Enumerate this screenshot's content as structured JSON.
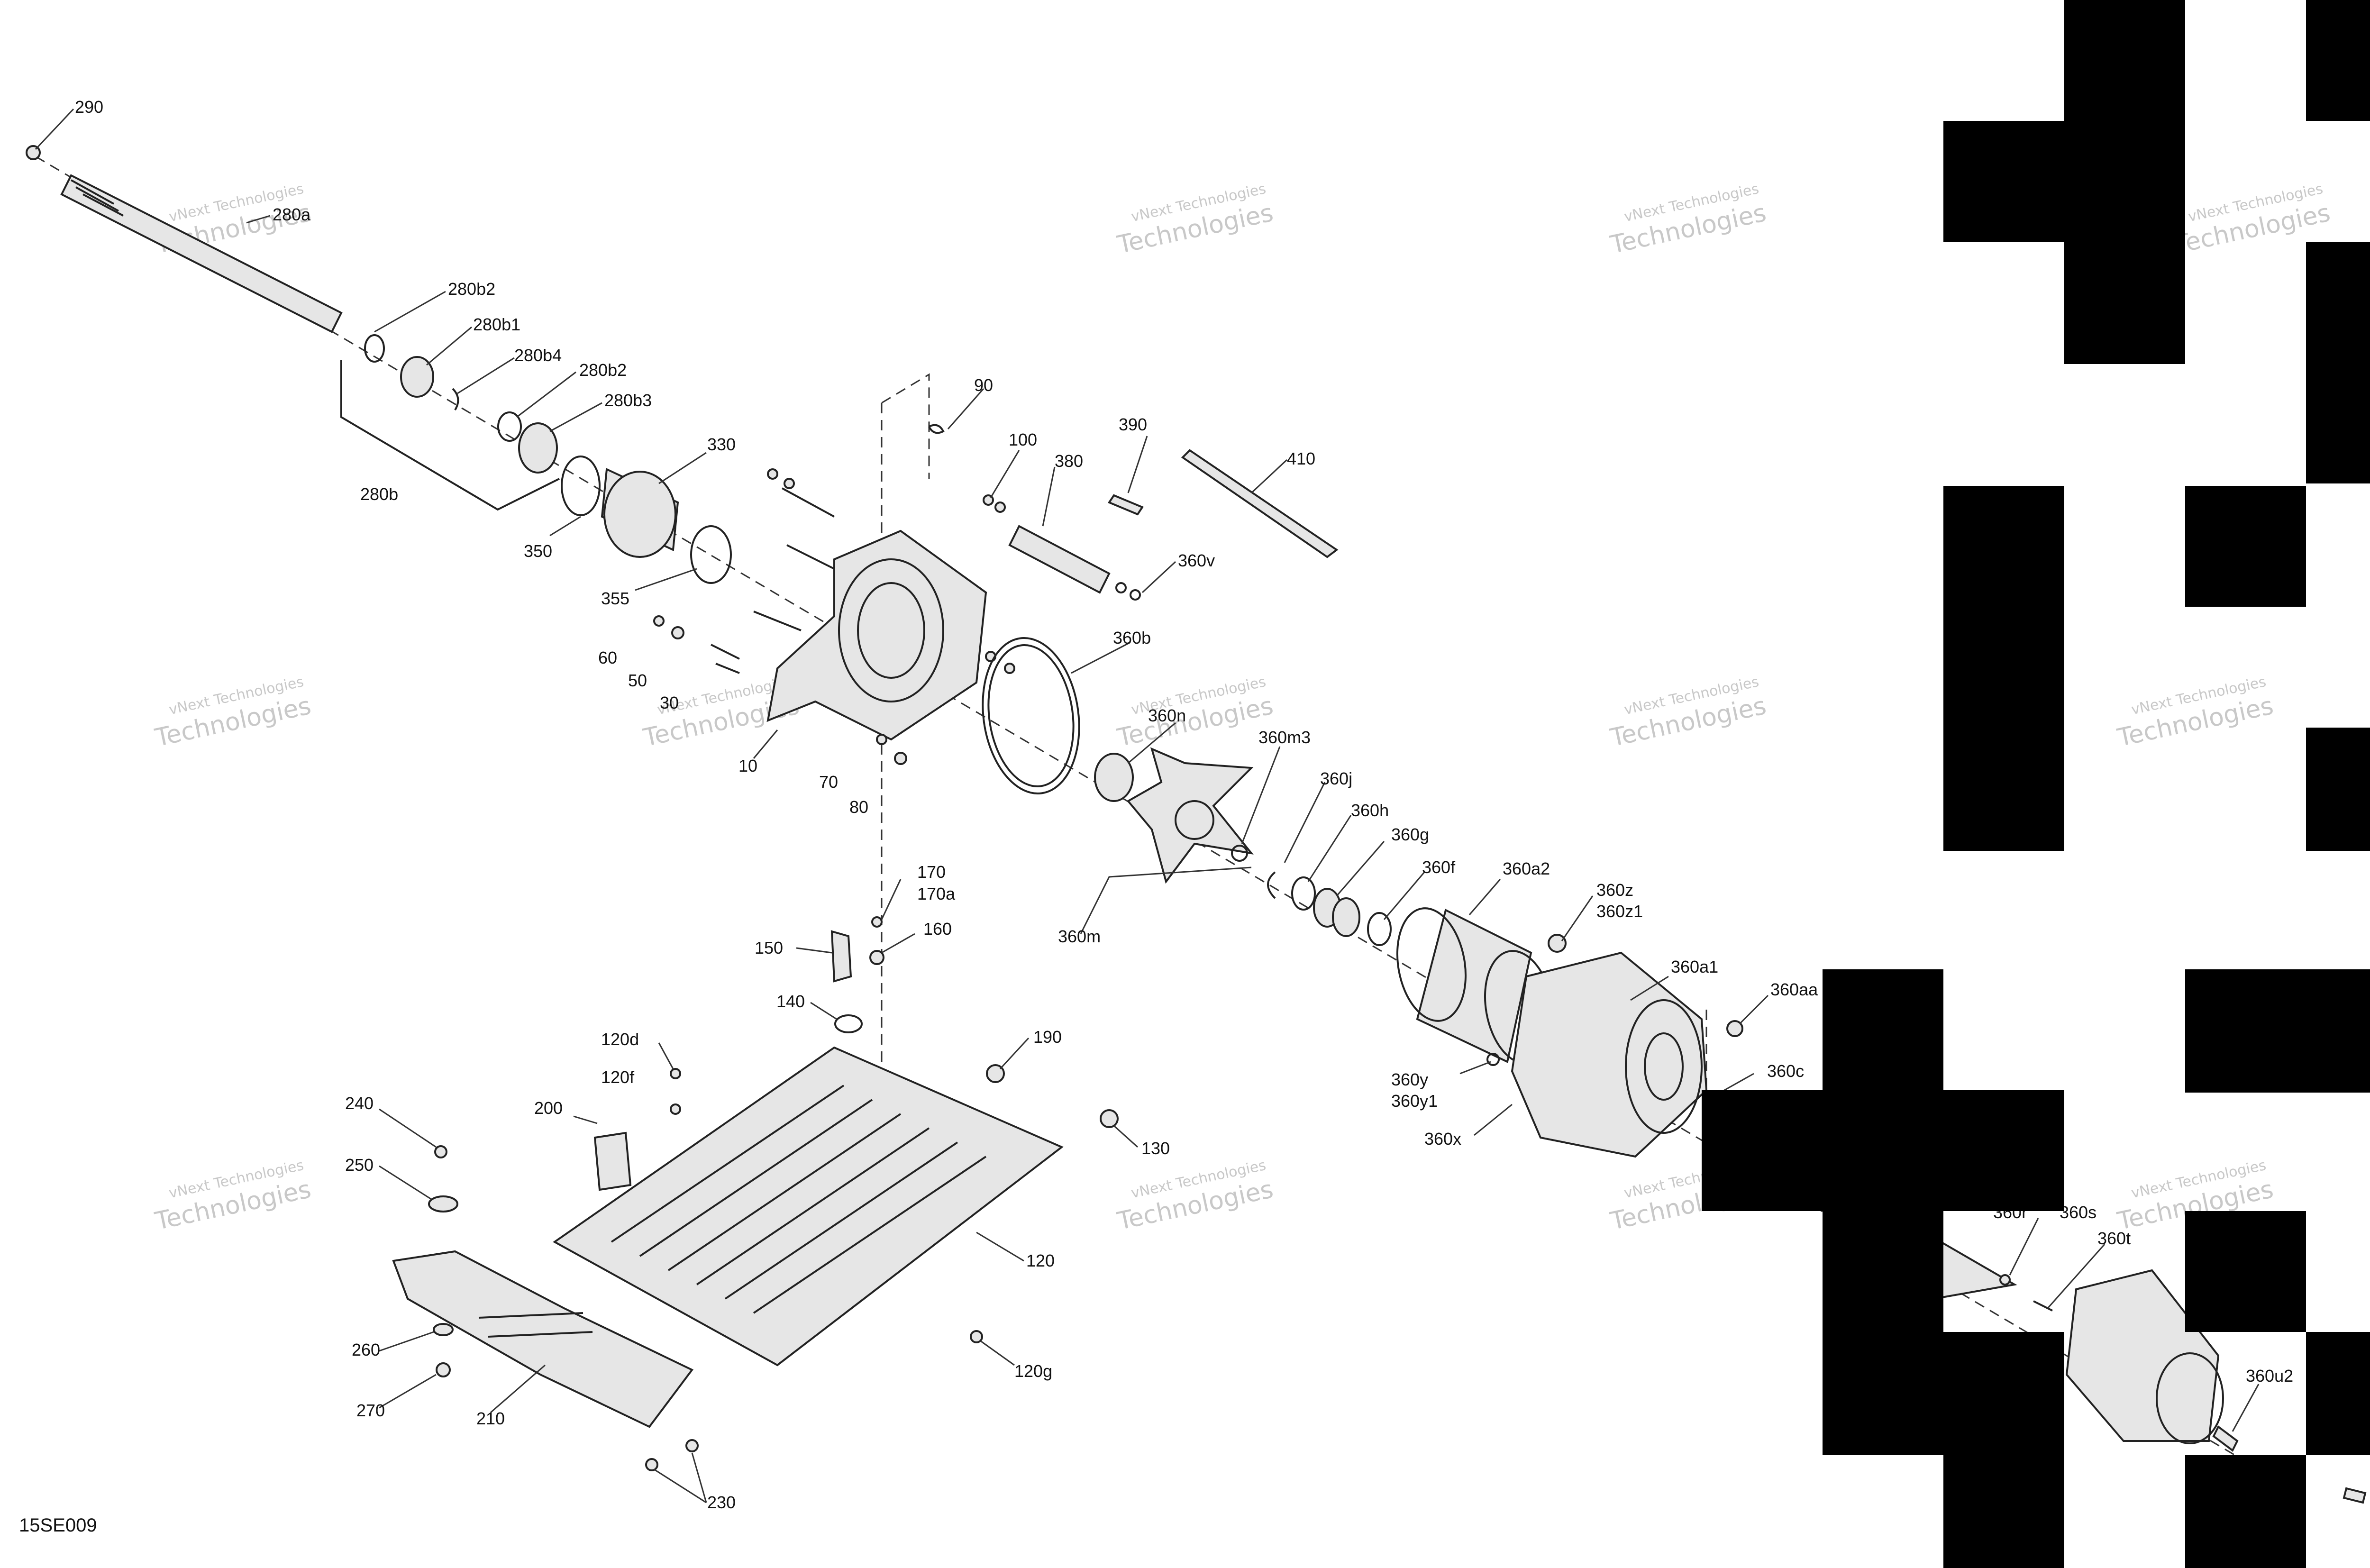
{
  "reference_code": "15SE009",
  "watermark": {
    "line1": "vNext Technologies",
    "line2": "Technologies"
  },
  "labels": {
    "l290": "290",
    "l280a": "280a",
    "l280b2a": "280b2",
    "l280b1": "280b1",
    "l280b4": "280b4",
    "l280b2b": "280b2",
    "l280b3": "280b3",
    "l280b": "280b",
    "l330": "330",
    "l350": "350",
    "l355": "355",
    "l60": "60",
    "l50": "50",
    "l30": "30",
    "l10": "10",
    "l70": "70",
    "l80": "80",
    "l90": "90",
    "l100": "100",
    "l380": "380",
    "l390": "390",
    "l410": "410",
    "l360v": "360v",
    "l360b": "360b",
    "l360n": "360n",
    "l360m3": "360m3",
    "l360j": "360j",
    "l360h": "360h",
    "l360g": "360g",
    "l360f": "360f",
    "l360a2": "360a2",
    "l360z": "360z",
    "l360z1": "360z1",
    "l360m": "360m",
    "l360a1": "360a1",
    "l360aa": "360aa",
    "l360y": "360y",
    "l360y1": "360y1",
    "l360x": "360x",
    "l360c": "360c",
    "l360r": "360r",
    "l360s": "360s",
    "l360t": "360t",
    "l360u2": "360u2",
    "l170": "170",
    "l170a": "170a",
    "l160": "160",
    "l150": "150",
    "l140": "140",
    "l190": "190",
    "l120d": "120d",
    "l120f": "120f",
    "l200": "200",
    "l240": "240",
    "l250": "250",
    "l130": "130",
    "l120": "120",
    "l120g": "120g",
    "l260": "260",
    "l270": "270",
    "l210": "210",
    "l230": "230"
  }
}
